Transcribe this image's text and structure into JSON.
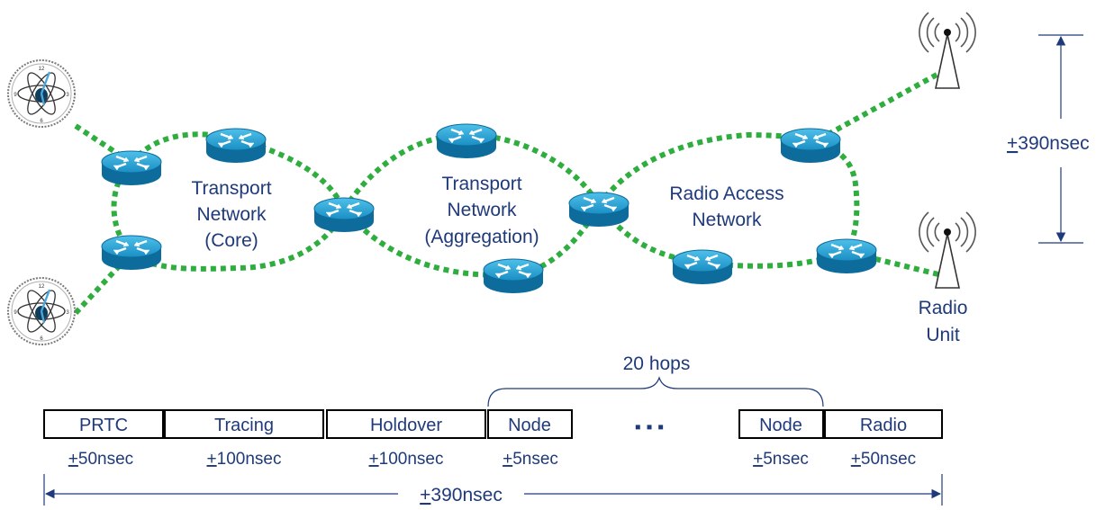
{
  "network": {
    "clouds": [
      {
        "line1": "Transport",
        "line2": "Network",
        "line3": "(Core)"
      },
      {
        "line1": "Transport",
        "line2": "Network",
        "line3": "(Aggregation)"
      },
      {
        "line1": "Radio Access",
        "line2": "Network"
      }
    ],
    "radio_unit": {
      "line1": "Radio",
      "line2": "Unit"
    },
    "vertical_budget": {
      "sign": "+",
      "value": "390nsec"
    }
  },
  "timeline": {
    "hops_label": "20 hops",
    "ellipsis": "▪ ▪ ▪",
    "boxes": [
      {
        "label": "PRTC",
        "sign": "+",
        "value": "50nsec"
      },
      {
        "label": "Tracing",
        "sign": "+",
        "value": "100nsec"
      },
      {
        "label": "Holdover",
        "sign": "+",
        "value": "100nsec"
      },
      {
        "label": "Node",
        "sign": "+",
        "value": "5nsec"
      },
      {
        "label": "Node",
        "sign": "+",
        "value": "5nsec"
      },
      {
        "label": "Radio",
        "sign": "+",
        "value": "50nsec"
      }
    ],
    "total": {
      "sign": "+",
      "value": "390nsec"
    }
  },
  "colors": {
    "link_green": "#2fae3f",
    "router_blue": "#1a96c8",
    "text_navy": "#1f3a7a",
    "box_border": "#000000"
  },
  "icons": {
    "router": "router-icon",
    "clock": "atomic-clock-icon",
    "antenna": "radio-antenna-icon"
  }
}
